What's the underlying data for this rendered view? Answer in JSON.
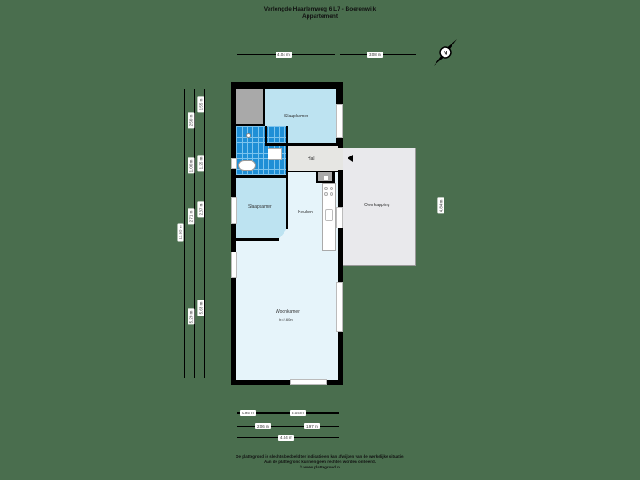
{
  "title": {
    "line1": "Verlengde Haarlemweg 6 L7 - Boerenwijk",
    "line2": "Appartement"
  },
  "top_dimensions": [
    {
      "label": "4.04 m"
    },
    {
      "label": "3.08 m"
    }
  ],
  "left_dimensions": {
    "outer": [
      {
        "label": "11.95 m"
      }
    ],
    "middle": [
      {
        "label": "2.50 m"
      },
      {
        "label": "1.00 m"
      },
      {
        "label": "2.71 m"
      },
      {
        "label": "5.20 m"
      }
    ],
    "inner": [
      {
        "label": "1.55 m"
      },
      {
        "label": "1.25 m"
      },
      {
        "label": "2.37 m"
      },
      {
        "label": "5.63 m"
      }
    ]
  },
  "right_dimension": {
    "label": "4.84 m"
  },
  "bottom_dimensions": {
    "row1": [
      {
        "label": "0.95 m"
      },
      {
        "label": "3.04 m"
      }
    ],
    "row2": [
      {
        "label": "2.06 m"
      },
      {
        "label": "1.97 m"
      }
    ],
    "row3": [
      {
        "label": "4.04 m"
      }
    ]
  },
  "compass": {
    "icon": "north-compass-icon",
    "letter": "N"
  },
  "rooms": {
    "bedroom1": {
      "name": "Slaapkamer"
    },
    "hall": {
      "name": "Hal"
    },
    "bedroom2": {
      "name": "Slaapkamer"
    },
    "kitchen": {
      "name": "Keuken"
    },
    "living": {
      "name": "Woonkamer",
      "height": "h=2.60m"
    },
    "canopy": {
      "name": "Overkapping"
    }
  },
  "colors": {
    "background": "#4a6e4e",
    "room_fill": "#e6f4fa",
    "bedroom_fill": "#bde3f1",
    "bathroom_tile": "#1f8fd6",
    "hall_fill": "#e6e6e3",
    "canopy_fill": "#e9e9ec",
    "wall": "#000000"
  },
  "disclaimer": {
    "line1": "De plattegrond is slechts bedoeld ter indicatie en kan afwijken van de werkelijke situatie.",
    "line2": "Aan de plattegrond kunnen geen rechten worden ontleend.",
    "line3": "© www.plattegrond.nl"
  }
}
